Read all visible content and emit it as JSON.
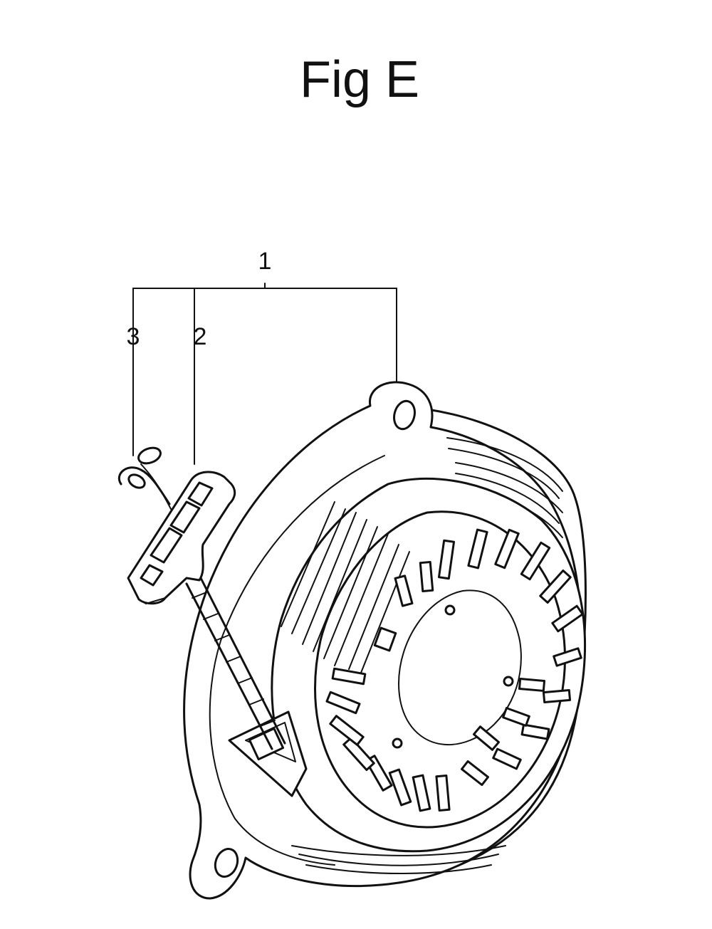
{
  "figure": {
    "title": "Fig E"
  },
  "callouts": [
    {
      "id": "1",
      "label": "1"
    },
    {
      "id": "2",
      "label": "2"
    },
    {
      "id": "3",
      "label": "3"
    }
  ]
}
